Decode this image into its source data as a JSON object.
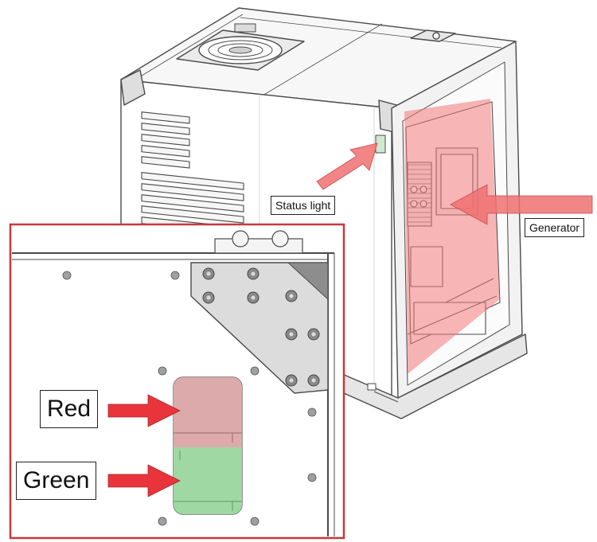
{
  "labels": {
    "status_light": "Status light",
    "generator": "Generator",
    "red": "Red",
    "green": "Green"
  },
  "colors": {
    "highlight_red": "#f07878",
    "arrow_red": "#e8343a",
    "status_green": "#9fd8a2",
    "status_red": "#dcaaaa",
    "inset_border": "#c5383d",
    "line": "#4a4a4a",
    "panel_grey": "#dedede",
    "housing_grey": "#eeeeee"
  }
}
